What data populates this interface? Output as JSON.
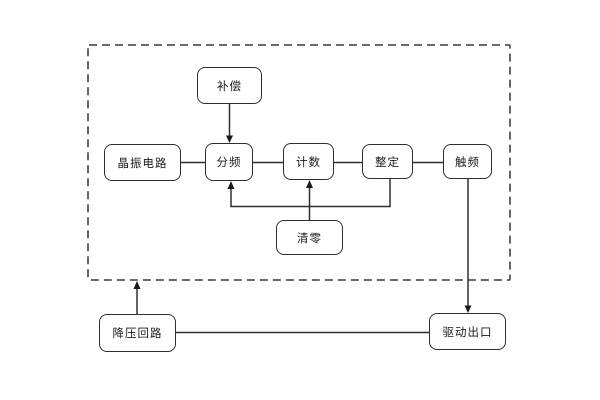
{
  "diagram": {
    "type": "block-diagram",
    "nodes": [
      {
        "id": "buchang",
        "label": "补偿"
      },
      {
        "id": "jingzhen",
        "label": "晶振电路"
      },
      {
        "id": "fenpin",
        "label": "分频"
      },
      {
        "id": "jishu",
        "label": "计数"
      },
      {
        "id": "zhengding",
        "label": "整定"
      },
      {
        "id": "chupin",
        "label": "触频"
      },
      {
        "id": "qingling",
        "label": "清零"
      },
      {
        "id": "jiangya",
        "label": "降压回路"
      },
      {
        "id": "qudong",
        "label": "驱动出口"
      }
    ],
    "edges": [
      {
        "from": "buchang",
        "to": "fenpin",
        "arrow": true,
        "note": "vertical down into top of 分频"
      },
      {
        "from": "jingzhen",
        "to": "fenpin",
        "arrow": false,
        "note": "plain horizontal line"
      },
      {
        "from": "fenpin",
        "to": "jishu",
        "arrow": false,
        "note": "plain horizontal line"
      },
      {
        "from": "jishu",
        "to": "zhengding",
        "arrow": false,
        "note": "plain horizontal line"
      },
      {
        "from": "zhengding",
        "to": "chupin",
        "arrow": false,
        "note": "plain horizontal line"
      },
      {
        "from": "zhengding",
        "to": "fenpin",
        "arrow": true,
        "note": "feedback: down, left, up into bottom of 分频"
      },
      {
        "from": "qingling",
        "to": "jishu",
        "arrow": true,
        "note": "vertical up into bottom of 计数"
      },
      {
        "from": "chupin",
        "to": "qudong",
        "arrow": true,
        "note": "vertical down crossing dashed boundary"
      },
      {
        "from": "jiangya",
        "to": "dashed-boundary",
        "arrow": true,
        "note": "vertical up into bottom edge of dashed box"
      },
      {
        "from": "jiangya",
        "to": "qudong",
        "arrow": false,
        "note": "plain horizontal line at bottom"
      }
    ],
    "boundary": {
      "style": "dashed",
      "contains": [
        "buchang",
        "jingzhen",
        "fenpin",
        "jishu",
        "zhengding",
        "chupin",
        "qingling"
      ]
    },
    "colors": {
      "background": "#ffffff",
      "box_fill": "#ffffff",
      "box_border": "#2f2f2f",
      "line": "#2f2f2f",
      "arrowhead": "#1a1a1a",
      "dashed_border": "#555555",
      "text": "#1a1a1a"
    }
  }
}
